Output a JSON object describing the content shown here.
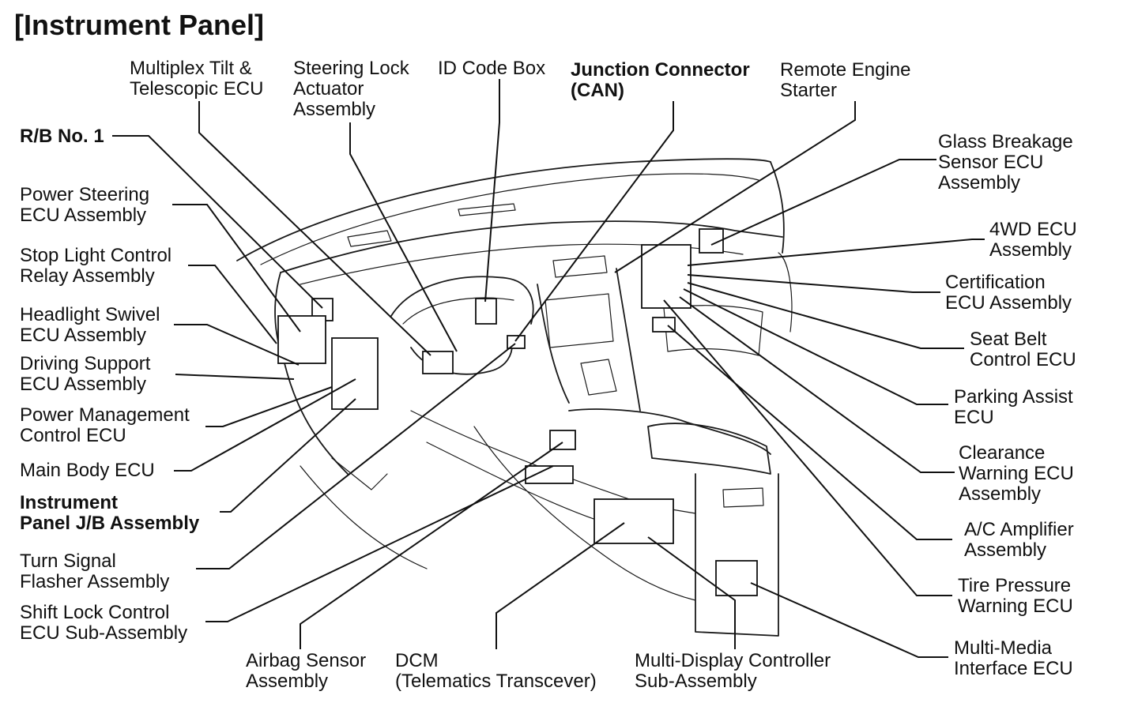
{
  "title": "[Instrument Panel]",
  "labels": {
    "multiplex_tilt": "Multiplex Tilt &\nTelescopic ECU",
    "steering_lock": "Steering Lock\nActuator\nAssembly",
    "id_code_box": "ID Code Box",
    "junction_connector": "Junction Connector\n(CAN)",
    "remote_engine_starter": "Remote Engine\nStarter",
    "rb_no1": "R/B No. 1",
    "power_steering": "Power Steering\nECU Assembly",
    "stop_light": "Stop Light Control\nRelay Assembly",
    "headlight_swivel": "Headlight Swivel\nECU Assembly",
    "driving_support": "Driving Support\nECU Assembly",
    "power_management": "Power Management\nControl ECU",
    "main_body": "Main Body ECU",
    "instrument_panel_jb": "Instrument\nPanel J/B Assembly",
    "turn_signal": "Turn Signal\nFlasher Assembly",
    "shift_lock": "Shift Lock Control\nECU Sub-Assembly",
    "airbag_sensor": "Airbag Sensor\nAssembly",
    "dcm": "DCM\n(Telematics Transcever)",
    "multi_display": "Multi-Display Controller\nSub-Assembly",
    "glass_breakage": "Glass Breakage\nSensor ECU\nAssembly",
    "fourwd_ecu": "4WD ECU\nAssembly",
    "certification": "Certification\nECU Assembly",
    "seat_belt": "Seat Belt\nControl ECU",
    "parking_assist": "Parking Assist\nECU",
    "clearance_warning": "Clearance\nWarning ECU\nAssembly",
    "ac_amplifier": "A/C Amplifier\nAssembly",
    "tire_pressure": "Tire Pressure\nWarning ECU",
    "multi_media": "Multi-Media\nInterface ECU"
  }
}
